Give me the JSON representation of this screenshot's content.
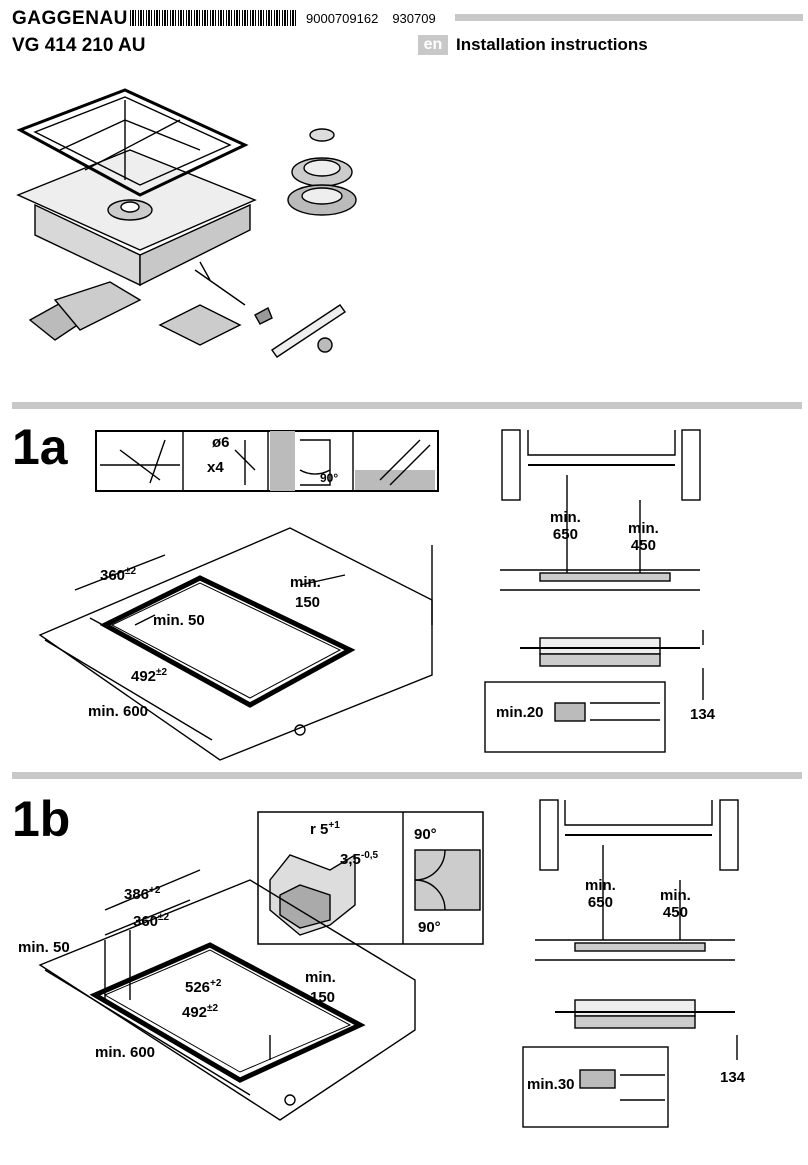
{
  "header": {
    "brand": "GAGGENAU",
    "code1": "9000709162",
    "code2": "930709",
    "model": "VG 414 210 AU",
    "lang": "en",
    "title": "Installation instructions"
  },
  "section_1a": {
    "label": "1a",
    "tools": {
      "drill": "ø6",
      "count": "x4",
      "angle": "90°"
    },
    "cutout": {
      "width": "360",
      "width_tol": "±2",
      "depth": "492",
      "depth_tol": "±2",
      "front": "min. 50",
      "back": "min.",
      "back_val": "150",
      "counter": "min. 600"
    },
    "hood": {
      "min1_a": "min.",
      "min1_b": "650",
      "min2_a": "min.",
      "min2_b": "450"
    },
    "side": {
      "gap": "min.20",
      "height": "134"
    }
  },
  "section_1b": {
    "label": "1b",
    "detail": {
      "radius": "r 5",
      "radius_tol": "+1",
      "depth": "3,5",
      "depth_tol": "-0,5",
      "angle1": "90°",
      "angle2": "90°"
    },
    "cutout": {
      "outer": "386",
      "outer_tol": "+2",
      "width": "360",
      "width_tol": "±2",
      "depth_outer": "526",
      "depth_outer_tol": "+2",
      "depth": "492",
      "depth_tol": "±2",
      "front": "min. 50",
      "back": "min.",
      "back_val": "150",
      "counter": "min. 600"
    },
    "hood": {
      "min1_a": "min.",
      "min1_b": "650",
      "min2_a": "min.",
      "min2_b": "450"
    },
    "side": {
      "gap": "min.30",
      "height": "134"
    }
  }
}
